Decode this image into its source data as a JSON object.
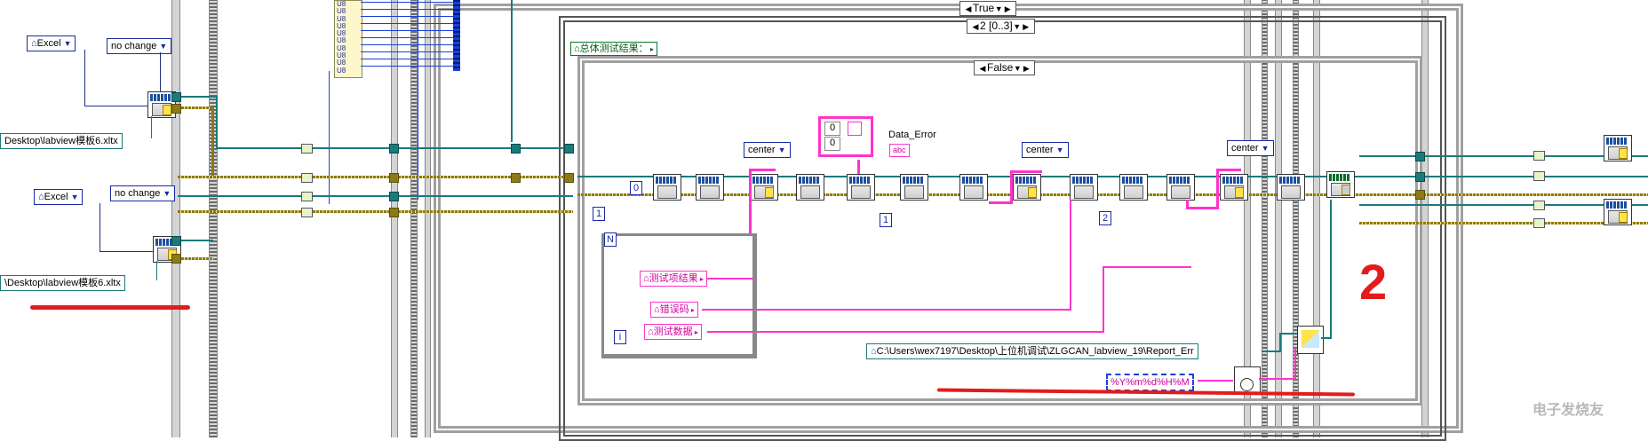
{
  "diagram": {
    "type": "LabVIEW block diagram",
    "left_section": {
      "excel_ring_1": "Excel",
      "nochange_ring_1": "no change",
      "template_path_1": "Desktop\\labview模板6.xltx",
      "excel_ring_2": "Excel",
      "nochange_ring_2": "no change",
      "template_path_2": "\\Desktop\\labview模板6.xltx"
    },
    "u8_array": {
      "label": "U8",
      "rows": [
        "U8",
        "U8",
        "U8",
        "U8",
        "U8",
        "U8",
        "U8",
        "U8",
        "U8",
        "U8"
      ]
    },
    "case_structures": {
      "outer_case": "True",
      "sequence": "2 [0..3]",
      "inner_case": "False"
    },
    "cluster_label": "总体测试结果：",
    "data_error_label": "Data_Error",
    "abc_indicator": "abc",
    "array_constant": {
      "values": [
        "0",
        "0"
      ]
    },
    "index_constants": [
      "0",
      "1",
      "2"
    ],
    "loop_count": "1",
    "loop_terminal": "N",
    "loop_iteration": "i",
    "align_rings": [
      "center",
      "center",
      "center"
    ],
    "loop_unbundles": [
      "测试项结果",
      "错误码",
      "测试数据"
    ],
    "report_path": "C:\\Users\\wex7197\\Desktop\\上位机调试\\ZLGCAN_labview_19\\Report_Err",
    "time_format": "%Y%m%d%H%M",
    "annotation_number": "2",
    "watermark": "电子发烧友"
  }
}
